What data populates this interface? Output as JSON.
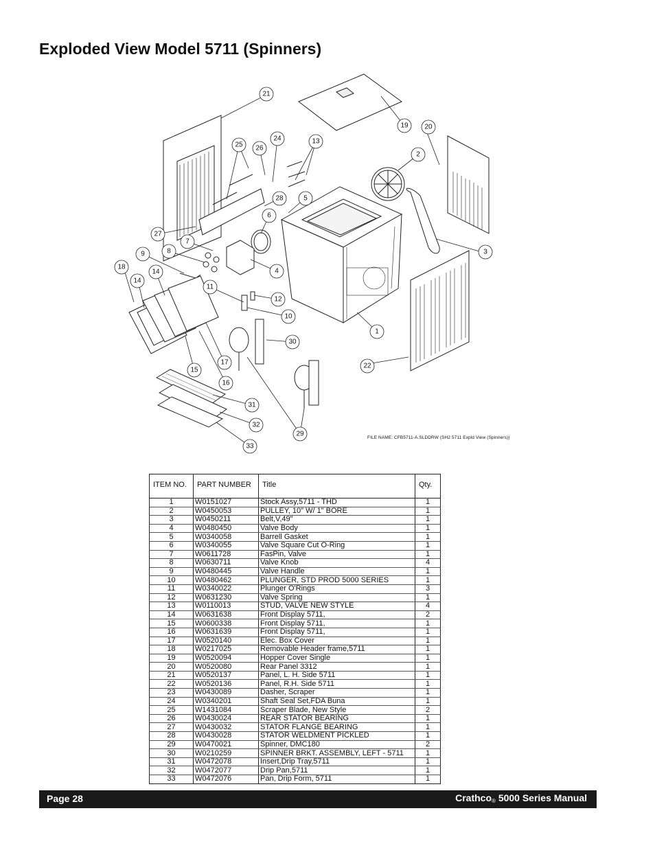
{
  "page_title": "Exploded View Model 5711 (Spinners)",
  "file_name": "FILE NAME:  CFB5711-A.SLDDRW (SH2 5711 Expld View (Spinners))",
  "callouts": [
    "21",
    "19",
    "20",
    "25",
    "26",
    "24",
    "13",
    "2",
    "28",
    "5",
    "6",
    "27",
    "7",
    "8",
    "9",
    "18",
    "14",
    "14",
    "4",
    "3",
    "11",
    "12",
    "10",
    "1",
    "30",
    "17",
    "15",
    "16",
    "22",
    "31",
    "32",
    "29",
    "33"
  ],
  "table": {
    "headers": [
      "ITEM NO.",
      "PART NUMBER",
      "Title",
      "Qty."
    ],
    "rows": [
      [
        "1",
        "W0151027",
        "Stock Assy,5711 - THD",
        "1"
      ],
      [
        "2",
        "W0450053",
        "PULLEY, 10\" W/ 1\" BORE",
        "1"
      ],
      [
        "3",
        "W0450211",
        "Belt,V,49\"",
        "1"
      ],
      [
        "4",
        "W0480450",
        "Valve Body",
        "1"
      ],
      [
        "5",
        "W0340058",
        "Barrell Gasket",
        "1"
      ],
      [
        "6",
        "W0340055",
        "Valve Square Cut O-Ring",
        "1"
      ],
      [
        "7",
        "W0611728",
        "FasPin, Valve",
        "1"
      ],
      [
        "8",
        "W0630711",
        "Valve Knob",
        "4"
      ],
      [
        "9",
        "W0480445",
        "Valve Handle",
        "1"
      ],
      [
        "10",
        "W0480462",
        "PLUNGER, STD PROD 5000 SERIES",
        "1"
      ],
      [
        "11",
        "W0340022",
        "Plunger O'Rings",
        "3"
      ],
      [
        "12",
        "W0631230",
        "Valve Spring",
        "1"
      ],
      [
        "13",
        "W0110013",
        "STUD, VALVE NEW STYLE",
        "4"
      ],
      [
        "14",
        "W0631638",
        "Front Display 5711,",
        "2"
      ],
      [
        "15",
        "W0600338",
        "Front Display 5711,",
        "1"
      ],
      [
        "16",
        "W0631639",
        "Front Display 5711,",
        "1"
      ],
      [
        "17",
        "W0520140",
        "Elec. Box Cover",
        "1"
      ],
      [
        "18",
        "W0217025",
        "Removable Header frame,5711",
        "1"
      ],
      [
        "19",
        "W0520094",
        "Hopper Cover Single",
        "1"
      ],
      [
        "20",
        "W0520080",
        "Rear Panel 3312",
        "1"
      ],
      [
        "21",
        "W0520137",
        "Panel, L. H. Side 5711",
        "1"
      ],
      [
        "22",
        "W0520136",
        "Panel, R.H. Side 5711",
        "1"
      ],
      [
        "23",
        "W0430089",
        "Dasher, Scraper",
        "1"
      ],
      [
        "24",
        "W0340201",
        "Shaft Seal Set,FDA Buna",
        "1"
      ],
      [
        "25",
        "W1431084",
        "Scraper Blade, New Style",
        "2"
      ],
      [
        "26",
        "W0430024",
        "REAR STATOR BEARING",
        "1"
      ],
      [
        "27",
        "W0430032",
        "STATOR FLANGE BEARING",
        "1"
      ],
      [
        "28",
        "W0430028",
        "STATOR WELDMENT PICKLED",
        "1"
      ],
      [
        "29",
        "W0470021",
        "Spinner, DMC180",
        "2"
      ],
      [
        "30",
        "W0210259",
        "SPINNER BRKT. ASSEMBLY, LEFT - 5711",
        "1"
      ],
      [
        "31",
        "W0472078",
        "Insert,Drip Tray,5711",
        "1"
      ],
      [
        "32",
        "W0472077",
        "Drip Pan,5711",
        "1"
      ],
      [
        "33",
        "W0472076",
        "Pan, Drip Form, 5711",
        "1"
      ]
    ]
  },
  "footer": {
    "page_label": "Page 28",
    "brand": "Crathco",
    "registered_mark": "®",
    "manual_title": "5000 Series Manual"
  }
}
